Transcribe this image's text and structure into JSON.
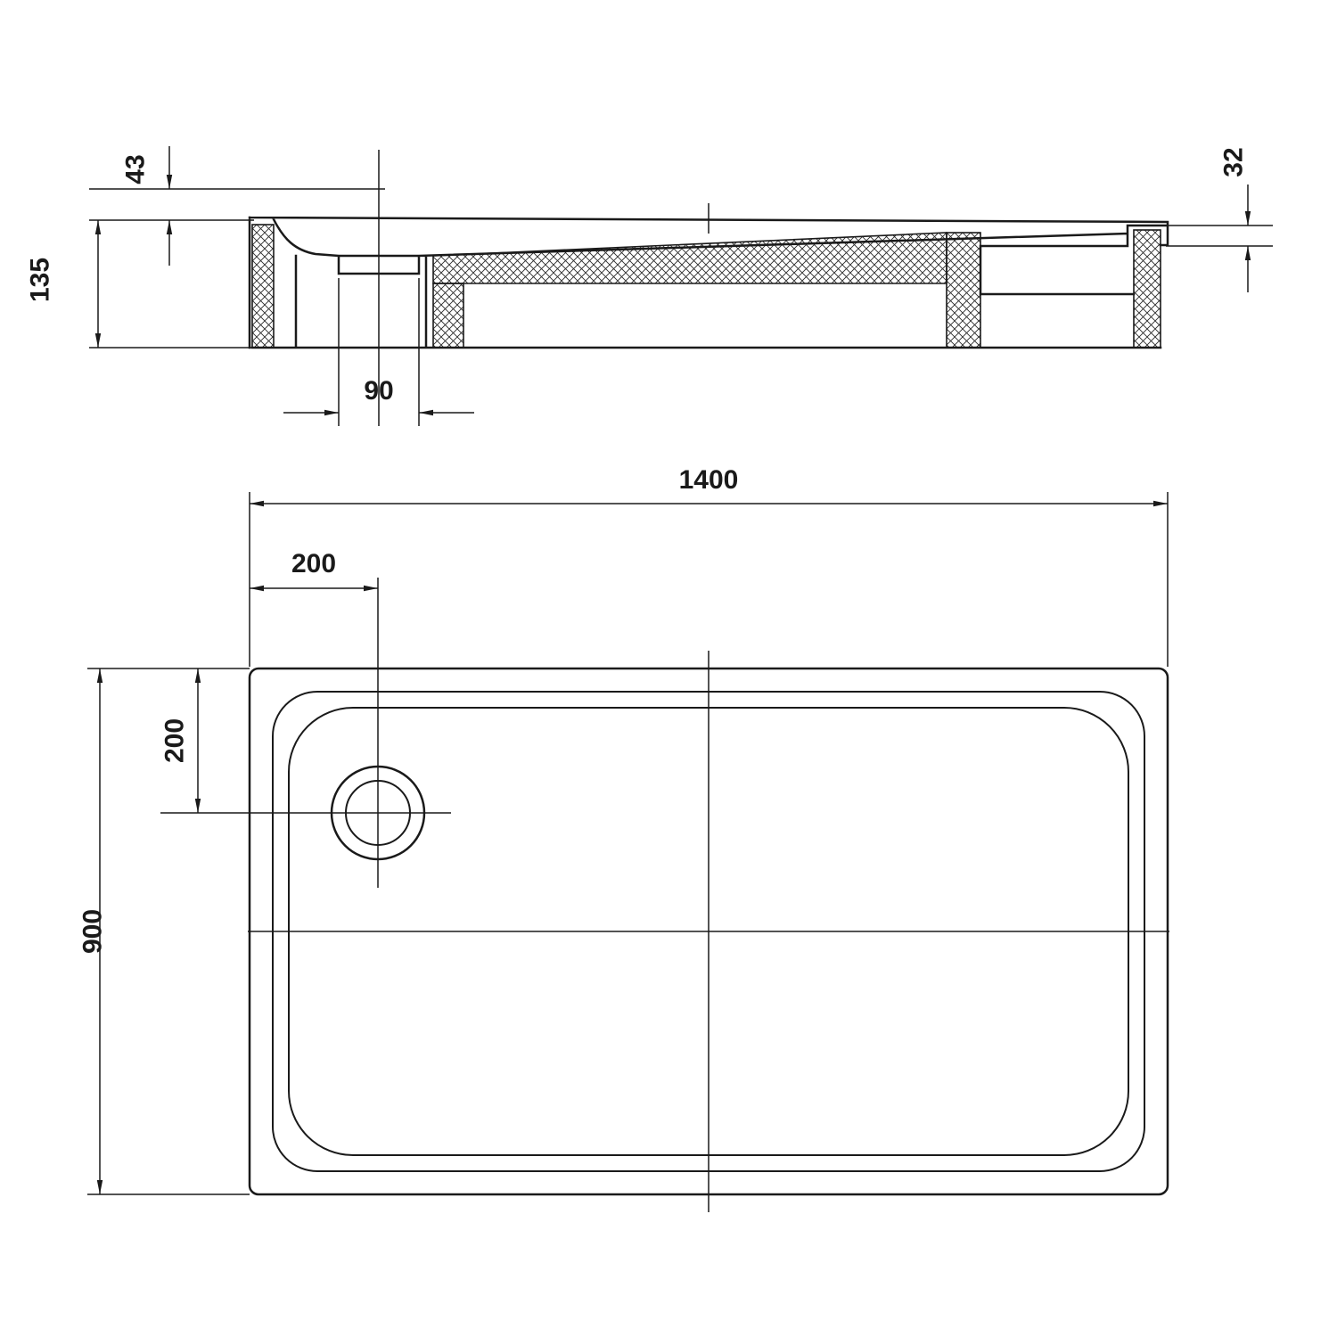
{
  "side_view": {
    "dim_rim_depth_left": "43",
    "dim_overall_height": "135",
    "dim_rim_depth_right": "32",
    "dim_drain_width": "90"
  },
  "plan_view": {
    "dim_length": "1400",
    "dim_drain_offset_x": "200",
    "dim_drain_offset_y": "200",
    "dim_width": "900"
  },
  "colors": {
    "line": "#1a1a1a",
    "background": "#ffffff"
  }
}
